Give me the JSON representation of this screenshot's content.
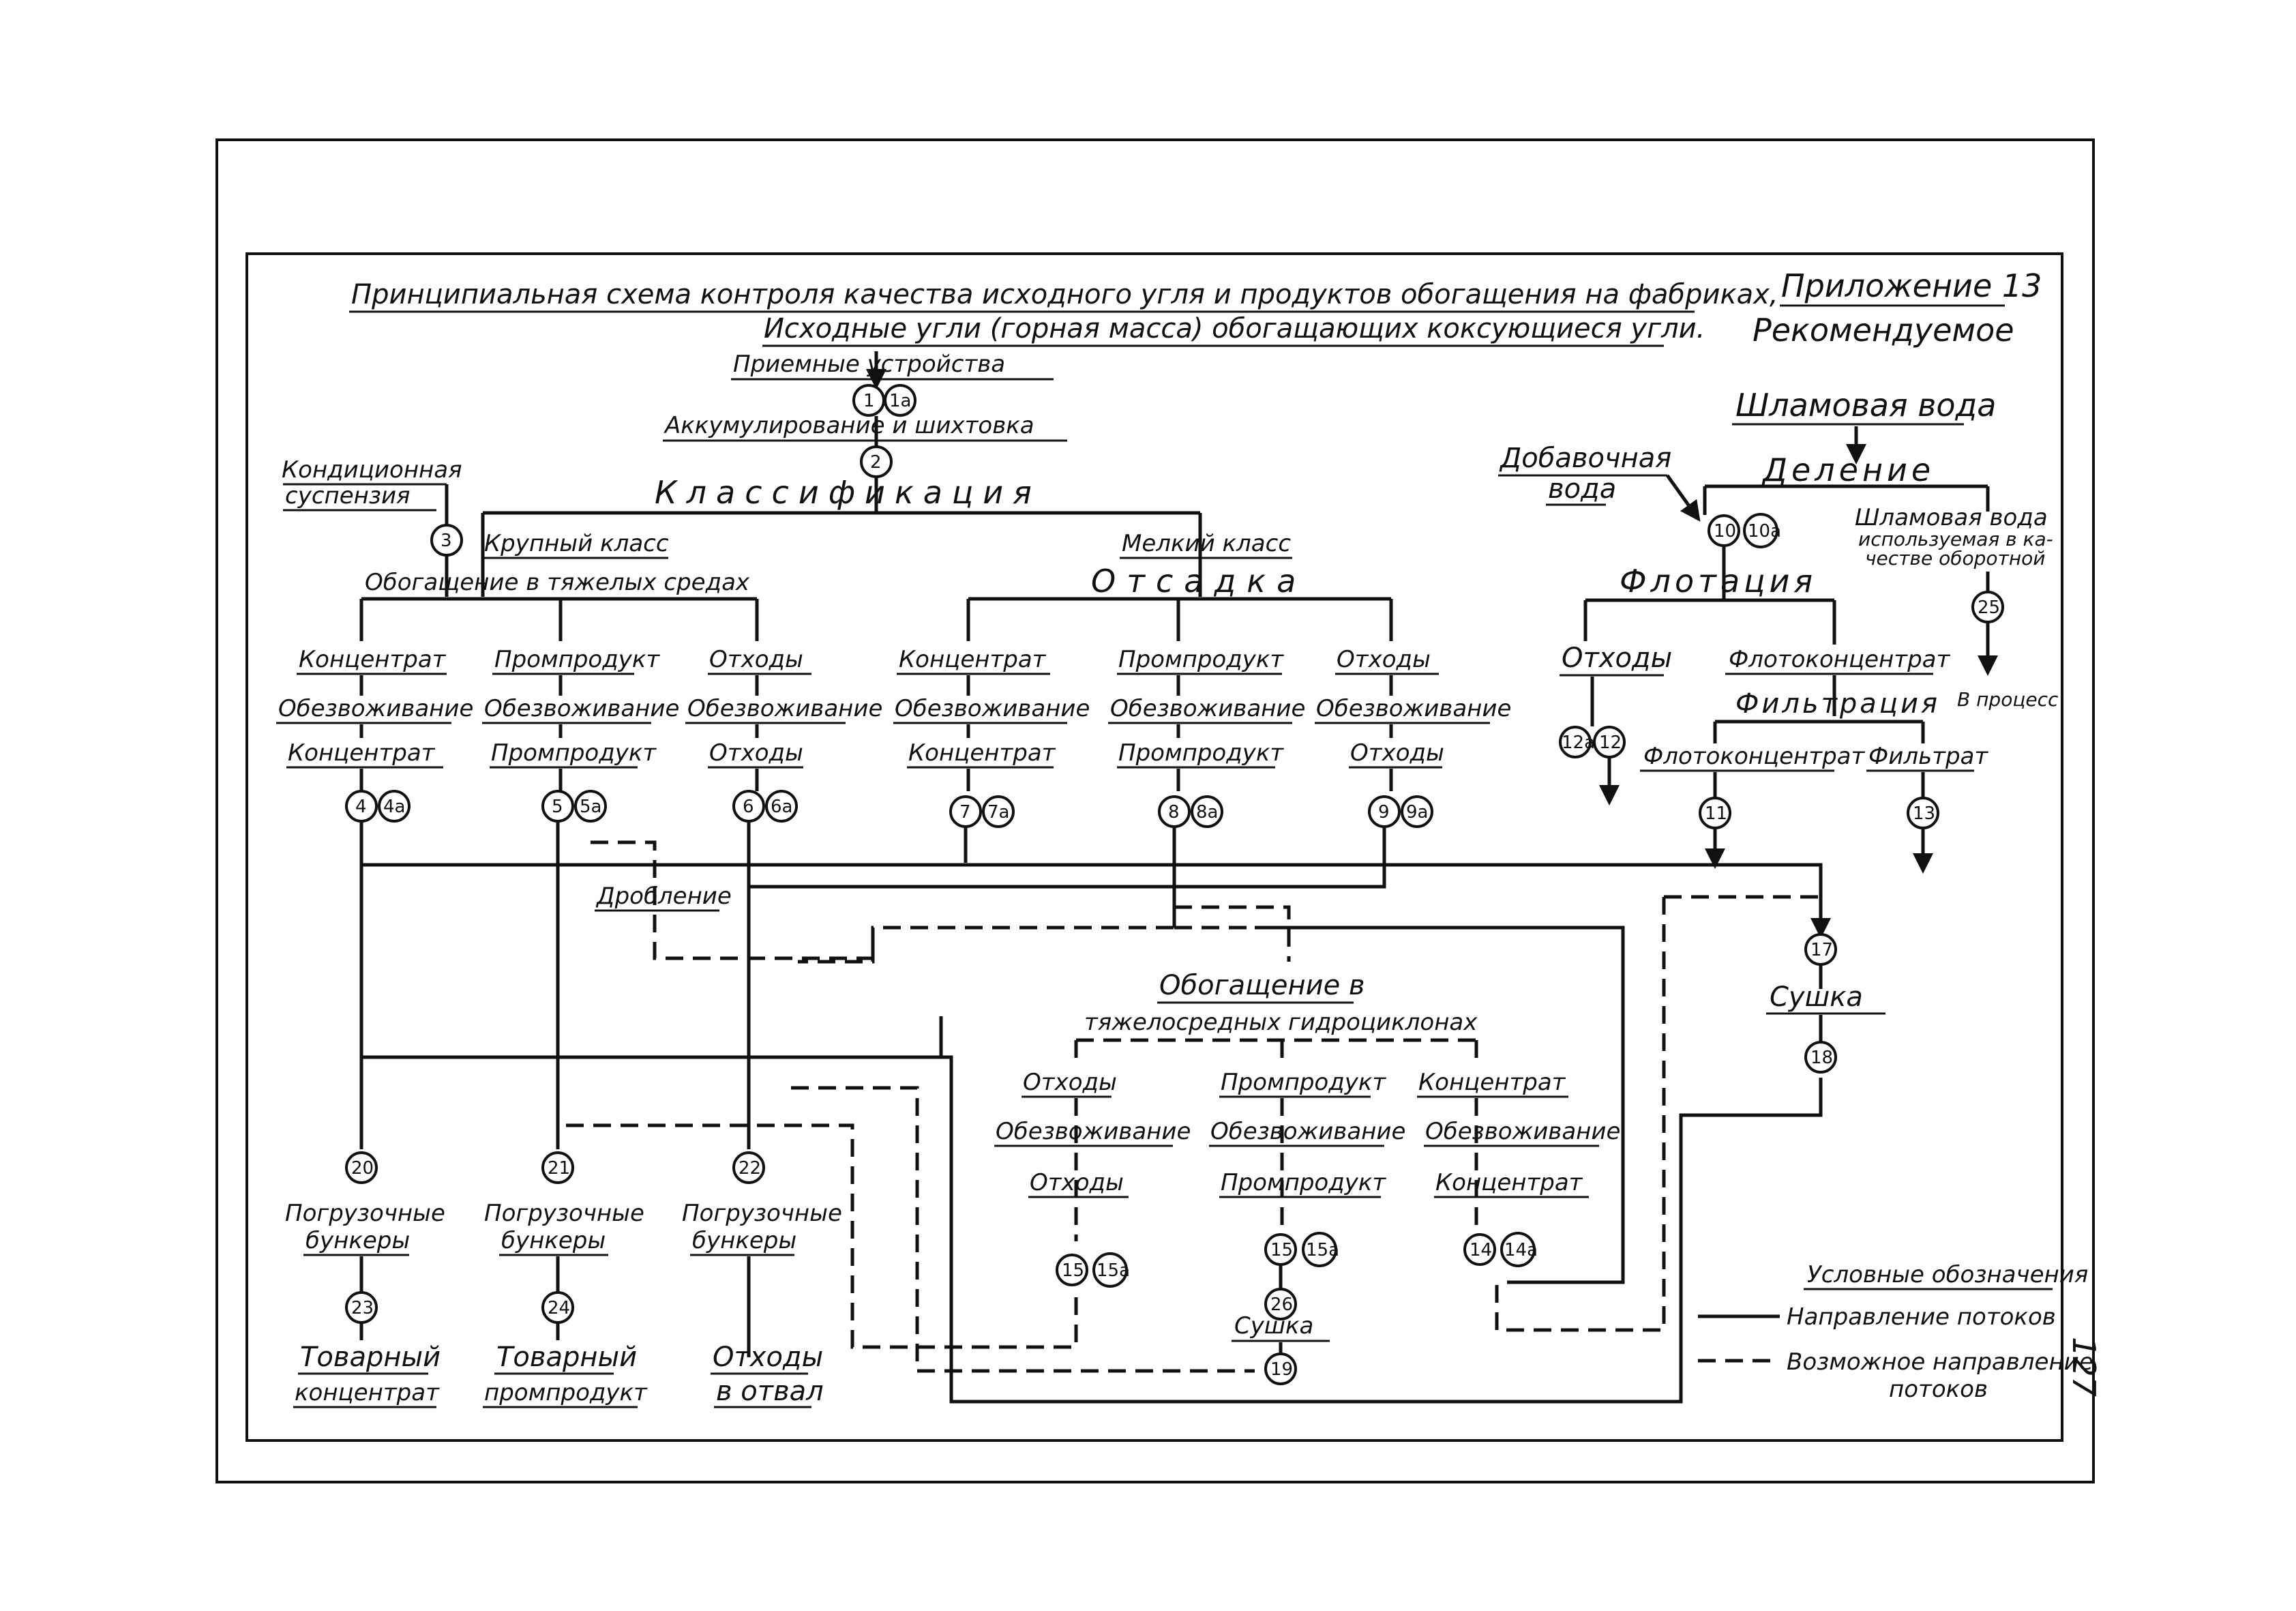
{
  "title_line1": "Принципиальная схема контроля качества исходного угля и продуктов обогащения на фабриках,",
  "title_line2": "Исходные угли (горная масса) обогащающих коксующиеся угли.",
  "appendix": "Приложение 13",
  "recommended": "Рекомендуемое",
  "page_number": "127",
  "labels": {
    "receiving": "Приемные устройства",
    "accum": "Аккумулирование и шихтовка",
    "classification": "Классификация",
    "cond_susp_1": "Кондиционная",
    "cond_susp_2": "суспензия",
    "coarse": "Крупный класс",
    "fine": "Мелкий класс",
    "heavy_media": "Обогащение в тяжелых средах",
    "jigging": "Отсадка",
    "conc": "Концентрат",
    "midd": "Промпродукт",
    "tail": "Отходы",
    "dewater_1": "Обезвоживание",
    "dewater_2": "Обезвоживание",
    "dewater_3": "Обезвоживание",
    "crushing": "Дробление",
    "hc_1": "Обогащение в",
    "hc_2": "тяжелосредных гидроциклонах",
    "loading_1": "Погрузочные",
    "loading_2": "бункеры",
    "loading_3": "Погрузочные",
    "loading_4": "бункеры",
    "loading_5": "Погрузочные",
    "loading_6": "бункеры",
    "comm_conc_1": "Товарный",
    "comm_conc_2": "концентрат",
    "comm_midd_1": "Товарный",
    "comm_midd_2": "промпродукт",
    "waste_1": "Отходы",
    "waste_2": "в отвал",
    "drying": "Сушка",
    "drying_2": "Сушка",
    "slurry_water": "Шламовая вода",
    "division": "Деление",
    "make_up_1": "Добавочная",
    "make_up_2": "вода",
    "slurry_recycled_1": "Шламовая вода",
    "slurry_recycled_2": "используемая в ка-",
    "slurry_recycled_3": "честве оборотной",
    "flotation": "Флотация",
    "flot_conc": "Флотоконцентрат",
    "filtration": "Фильтрация",
    "filtrate": "Фильтрат",
    "to_process": "В процесс",
    "legend_title": "Условные обозначения",
    "legend_solid": "Направление потоков",
    "legend_dashed_1": "Возможное направление",
    "legend_dashed_2": "потоков"
  },
  "nodes": {
    "n1": "1",
    "n1a": "1а",
    "n2": "2",
    "n3": "3",
    "n4": "4",
    "n4a": "4а",
    "n5": "5",
    "n5a": "5а",
    "n6": "6",
    "n6a": "6а",
    "n7": "7",
    "n7a": "7а",
    "n8": "8",
    "n8a": "8а",
    "n9": "9",
    "n9a": "9а",
    "n10": "10",
    "n10a": "10а",
    "n11": "11",
    "n12": "12",
    "n12a": "12а",
    "n13": "13",
    "n14": "14",
    "n14a": "14а",
    "n15": "15",
    "n15a": "15а",
    "n16": "15",
    "n16a": "15а",
    "n17": "17",
    "n18": "18",
    "n19": "19",
    "n20": "20",
    "n21": "21",
    "n22": "22",
    "n23": "23",
    "n24": "24",
    "n25": "25",
    "n26": "26"
  }
}
